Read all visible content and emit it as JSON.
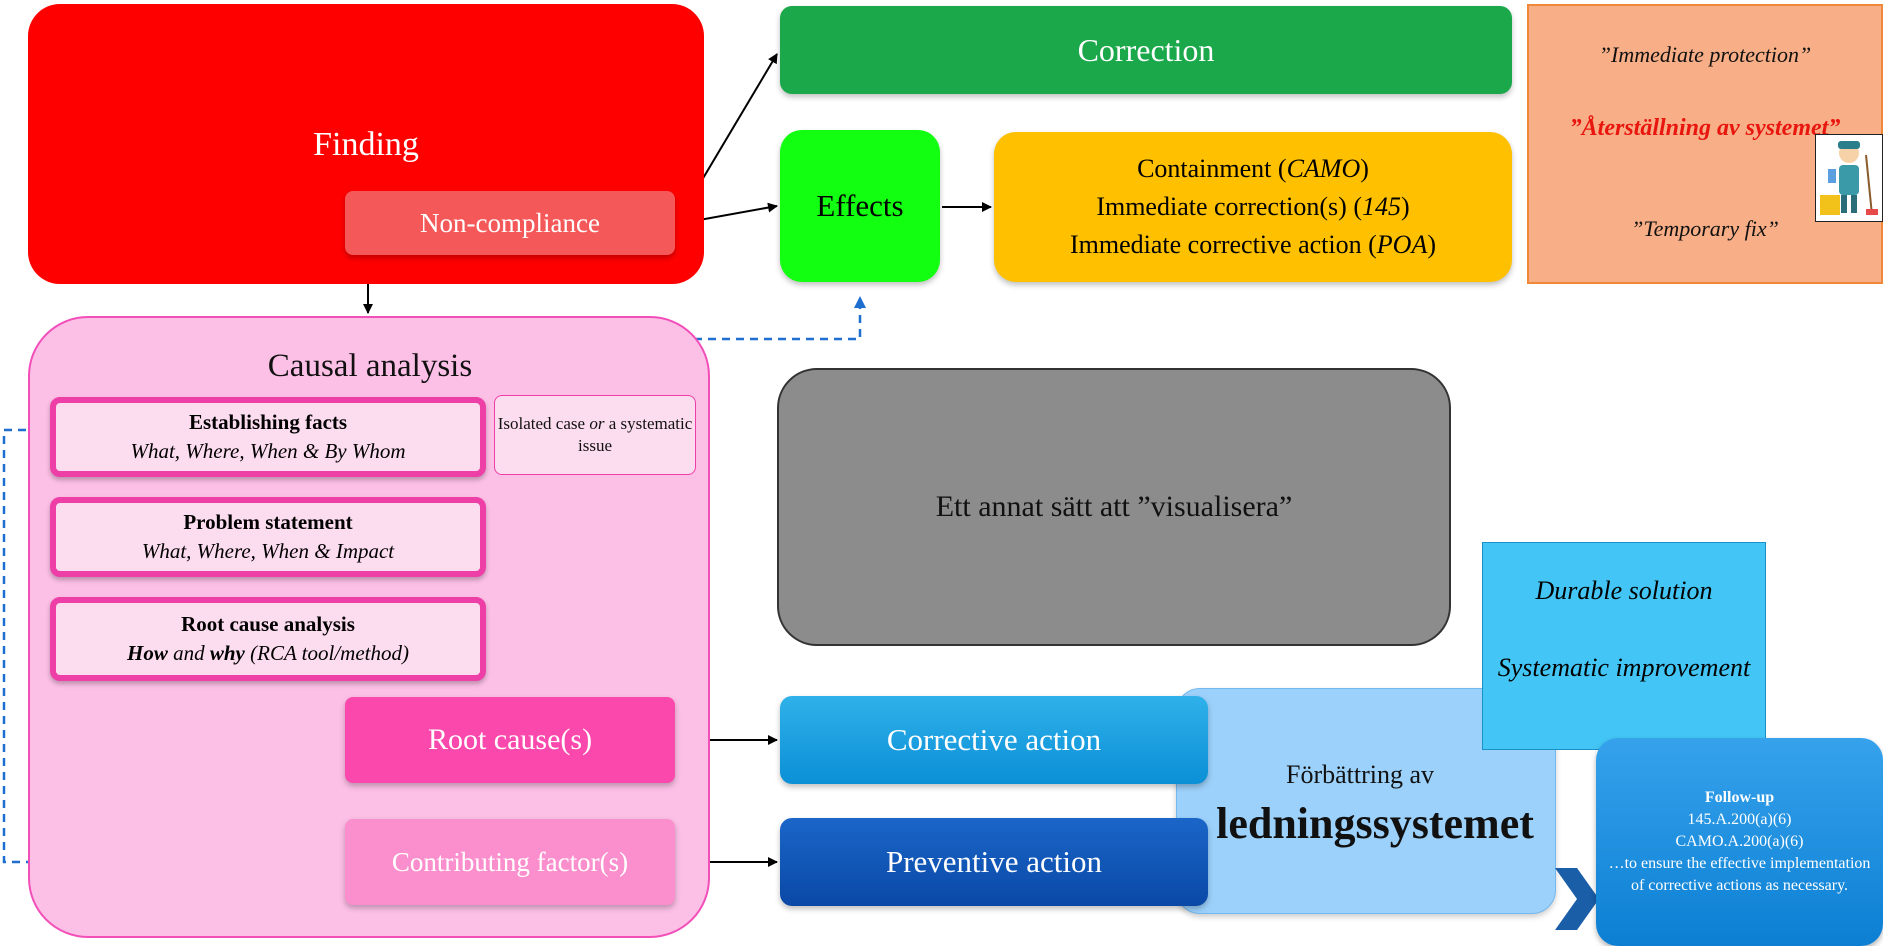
{
  "finding": {
    "label": "Finding",
    "noncompliance": "Non-compliance"
  },
  "correction": "Correction",
  "effects": "Effects",
  "containment": {
    "line1_pre": "Containment (",
    "line1_em": "CAMO",
    "line1_post": ")",
    "line2_pre": "Immediate correction(s) (",
    "line2_em": "145",
    "line2_post": ")",
    "line3_pre": "Immediate corrective action (",
    "line3_em": "POA",
    "line3_post": ")"
  },
  "immediate_notes": {
    "protection": "”Immediate protection”",
    "aterstallning": "”Återställning av systemet”",
    "temporary": "”Temporary fix”"
  },
  "causal_analysis": {
    "title": "Causal analysis",
    "step1": {
      "title": "Establishing facts",
      "subtitle": "What, Where, When & By Whom"
    },
    "step2": {
      "title": "Problem statement",
      "subtitle": "What, Where, When & Impact"
    },
    "step3": {
      "title": "Root cause analysis",
      "sub_how": "How",
      "sub_and": " and ",
      "sub_why": "why",
      "sub_rest": " (RCA tool/method)"
    },
    "isolated": {
      "pre": "Isolated case ",
      "em": "or",
      "post": " a systematic issue"
    }
  },
  "root_cause": "Root cause(s)",
  "contributing": "Contributing factor(s)",
  "grey_box": "Ett annat sätt att ”visualisera”",
  "corrective_action": "Corrective action",
  "preventive_action": "Preventive action",
  "improvement": {
    "line1": "Förbättring av",
    "line2": "ledningssystemet"
  },
  "durable": {
    "line1": "Durable solution",
    "line2": "Systematic improvement"
  },
  "followup": {
    "title": "Follow-up",
    "ref1": "145.A.200(a)(6)",
    "ref2": "CAMO.A.200(a)(6)",
    "text": "…to ensure the effective implementation of corrective actions as necessary."
  },
  "colors": {
    "finding": "#ff0000",
    "correction": "#1aa84a",
    "effects": "#12ff12",
    "containment": "#ffc000",
    "causal": "#fcbfe6",
    "root_cause": "#fa48ad",
    "contributing": "#fb8fce",
    "corrective": "#0b8fd6",
    "preventive": "#0a48a6",
    "connector_dashed": "#1f6fd1"
  },
  "icons": [
    "cleaner-icon",
    "chevron-right-icon"
  ]
}
